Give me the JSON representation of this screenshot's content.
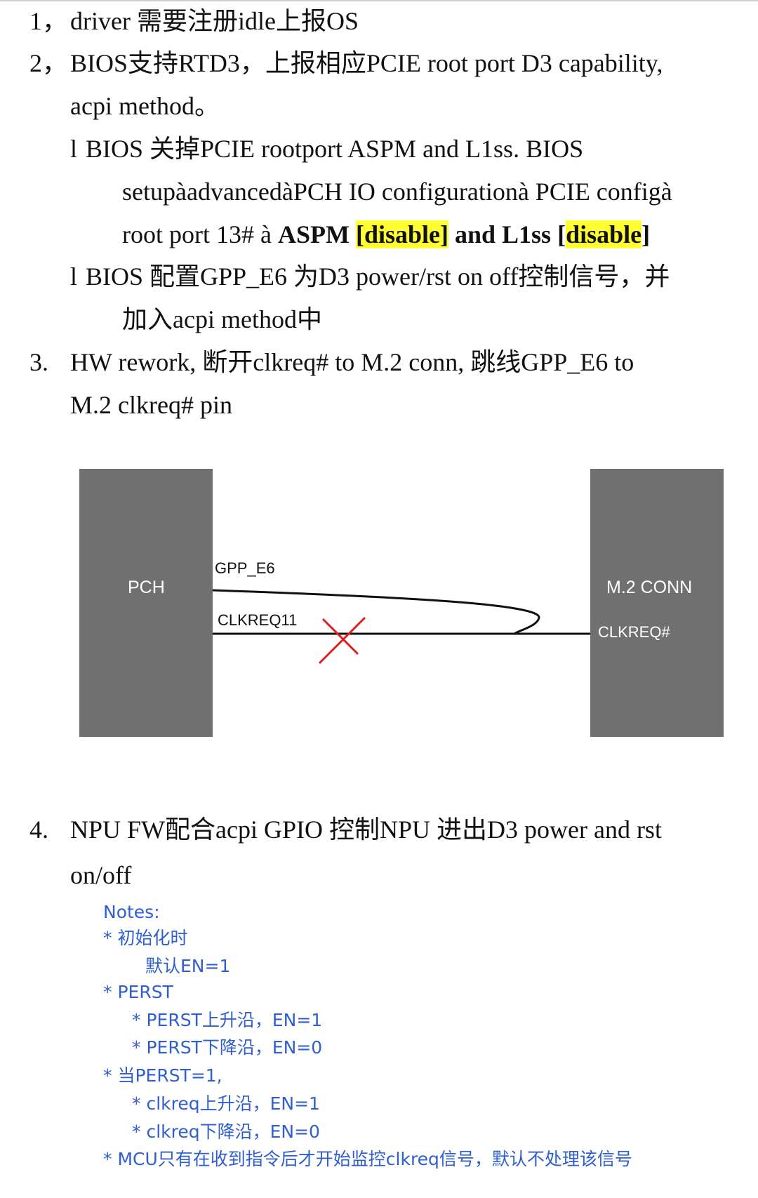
{
  "items": [
    {
      "num": "1，",
      "text": "driver 需要注册idle上报OS"
    },
    {
      "num": "2，",
      "line1": "BIOS支持RTD3，上报相应PCIE root port D3 capability,",
      "line2": "acpi method。"
    },
    {
      "num": "3.",
      "line1": "HW rework, 断开clkreq# to M.2 conn, 跳线GPP_E6 to",
      "line2": "M.2 clkreq# pin"
    },
    {
      "num": "4.",
      "line1": "NPU FW配合acpi GPIO 控制NPU 进出D3 power and rst",
      "line2": "on/off"
    }
  ],
  "sub_items": {
    "a": {
      "bullet": "l",
      "line1": "BIOS 关掉PCIE rootport ASPM and L1ss.  BIOS",
      "line2": "setupàadvancedàPCH IO configurationà PCIE configà",
      "line3_a": "root port 13# à ",
      "line3_aspm": "ASPM",
      "line3_disable1": "[disable]",
      "line3_and": "and L1ss",
      "line3_bracket_open": "[",
      "line3_disable2": "disable",
      "line3_bracket_close": "]"
    },
    "b": {
      "bullet": "l",
      "line1": "BIOS 配置GPP_E6 为D3 power/rst on off控制信号，并",
      "line2": "加入acpi method中"
    }
  },
  "diagram": {
    "pch_label": "PCH",
    "conn_label": "M.2 CONN",
    "gpp_label": "GPP_E6",
    "clkreq11_label": "CLKREQ11",
    "clkreq_hash_label": "CLKREQ#",
    "box_color": "#707070",
    "cross_color": "#e02020"
  },
  "notes": [
    "Notes:",
    "* 初始化时",
    "默认EN=1",
    "* PERST",
    "* PERST上升沿，EN=1",
    "* PERST下降沿，EN=0",
    "* 当PERST=1,",
    "* clkreq上升沿，EN=1",
    "* clkreq下降沿，EN=0",
    "* MCU只有在收到指令后才开始监控clkreq信号，默认不处理该信号"
  ],
  "colors": {
    "highlight": "#ffff33",
    "notes": "#2f5fcf"
  }
}
